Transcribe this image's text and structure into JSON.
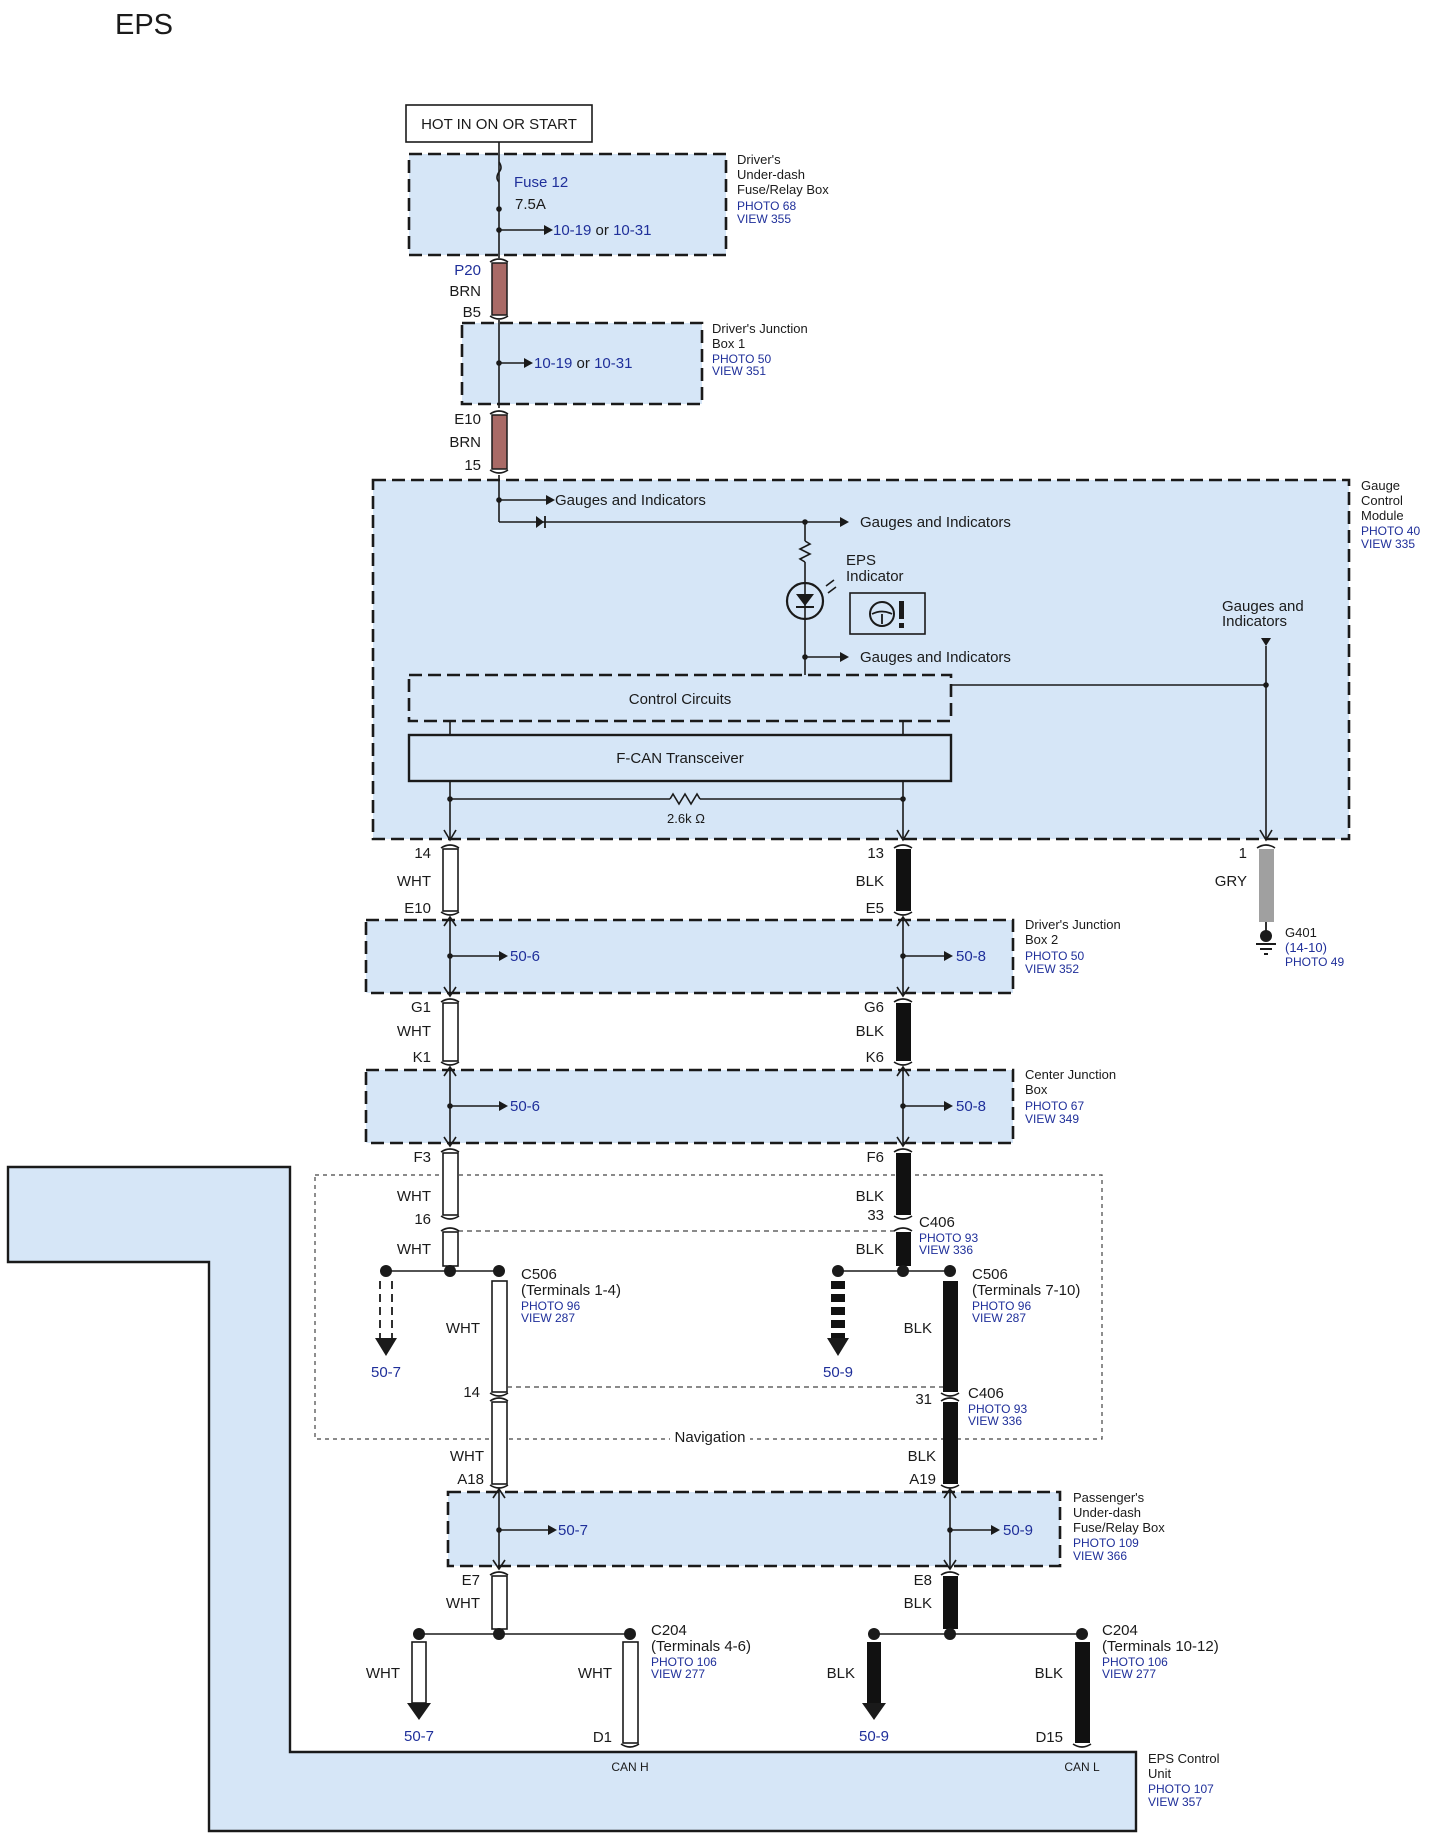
{
  "title": "EPS",
  "supply": "HOT IN ON OR START",
  "fuse_box": {
    "name": [
      "Driver's",
      "Under-dash",
      "Fuse/Relay Box"
    ],
    "photo": "PHOTO 68",
    "view": "VIEW 355",
    "fuse": "Fuse 12",
    "rating": "7.5A",
    "ref_a": "10-19",
    "ref_or": "or",
    "ref_b": "10-31"
  },
  "wire1": {
    "top": "P20",
    "color": "BRN",
    "bottom": "B5"
  },
  "djb1": {
    "name": [
      "Driver's Junction",
      "Box 1"
    ],
    "photo": "PHOTO 50",
    "view": "VIEW 351",
    "ref_a": "10-19",
    "ref_or": "or",
    "ref_b": "10-31"
  },
  "wire2": {
    "top": "E10",
    "color": "BRN",
    "bottom": "15"
  },
  "gcm": {
    "name": [
      "Gauge",
      "Control",
      "Module"
    ],
    "photo": "PHOTO 40",
    "view": "VIEW 335",
    "gauges1": "Gauges and Indicators",
    "gauges2": "Gauges and Indicators",
    "gauges3": "Gauges and Indicators",
    "gauges4": [
      "Gauges and",
      "Indicators"
    ],
    "eps_indicator": [
      "EPS",
      "Indicator"
    ],
    "control_circuits": "Control Circuits",
    "transceiver": "F-CAN Transceiver",
    "resistor": "2.6k Ω"
  },
  "gcm_wires": {
    "left": {
      "pin": "14",
      "color": "WHT",
      "conn": "E10"
    },
    "right": {
      "pin": "13",
      "color": "BLK",
      "conn": "E5"
    },
    "ground": {
      "pin": "1",
      "color": "GRY"
    }
  },
  "ground": {
    "name": "G401",
    "ref": "(14-10)",
    "photo": "PHOTO 49"
  },
  "djb2": {
    "name": [
      "Driver's Junction",
      "Box 2"
    ],
    "photo": "PHOTO 50",
    "view": "VIEW 352",
    "ref_left": "50-6",
    "ref_right": "50-8"
  },
  "djb2_wires": {
    "left": {
      "top": "G1",
      "color": "WHT",
      "bottom": "K1"
    },
    "right": {
      "top": "G6",
      "color": "BLK",
      "bottom": "K6"
    }
  },
  "cjb": {
    "name": [
      "Center Junction",
      "Box"
    ],
    "photo": "PHOTO 67",
    "view": "VIEW 349",
    "ref_left": "50-6",
    "ref_right": "50-8"
  },
  "cjb_wires": {
    "left": {
      "top": "F3",
      "color": "WHT",
      "pin16": "16",
      "color2": "WHT"
    },
    "right": {
      "top": "F6",
      "color": "BLK",
      "pin33": "33",
      "color2": "BLK"
    }
  },
  "c406_top": {
    "name": "C406",
    "photo": "PHOTO 93",
    "view": "VIEW 336"
  },
  "c506_left": {
    "name": "C506",
    "terms": "(Terminals 1-4)",
    "photo": "PHOTO 96",
    "view": "VIEW 287",
    "ref": "50-7",
    "color": "WHT",
    "pin": "14"
  },
  "c506_right": {
    "name": "C506",
    "terms": "(Terminals 7-10)",
    "photo": "PHOTO 96",
    "view": "VIEW 287",
    "ref": "50-9",
    "color": "BLK",
    "pin": "31"
  },
  "c406_bottom": {
    "name": "C406",
    "photo": "PHOTO 93",
    "view": "VIEW 336"
  },
  "navigation": "Navigation",
  "pufrb_wires": {
    "left": {
      "color": "WHT",
      "bottom": "A18"
    },
    "right": {
      "color": "BLK",
      "bottom": "A19"
    }
  },
  "pufrb": {
    "name": [
      "Passenger's",
      "Under-dash",
      "Fuse/Relay Box"
    ],
    "photo": "PHOTO 109",
    "view": "VIEW 366",
    "ref_left": "50-7",
    "ref_right": "50-9"
  },
  "lower_wires": {
    "left": {
      "top": "E7",
      "color": "WHT"
    },
    "right": {
      "top": "E8",
      "color": "BLK"
    }
  },
  "c204_left": {
    "name": "C204",
    "terms": "(Terminals 4-6)",
    "photo": "PHOTO 106",
    "view": "VIEW 277",
    "branch_color": "WHT",
    "branch_ref": "50-7",
    "color": "WHT",
    "pin": "D1",
    "signal": "CAN H"
  },
  "c204_right": {
    "name": "C204",
    "terms": "(Terminals 10-12)",
    "photo": "PHOTO 106",
    "view": "VIEW 277",
    "branch_color": "BLK",
    "branch_ref": "50-9",
    "color": "BLK",
    "pin": "D15",
    "signal": "CAN L"
  },
  "eps_unit": {
    "name": [
      "EPS Control",
      "Unit"
    ],
    "photo": "PHOTO 107",
    "view": "VIEW 357"
  },
  "colors": {
    "box_fill": "#d6e6f7",
    "link_text": "#1f2f9a",
    "brn_wire": "#a96a66",
    "gry_wire": "#a0a0a0",
    "blk_wire": "#111111"
  }
}
